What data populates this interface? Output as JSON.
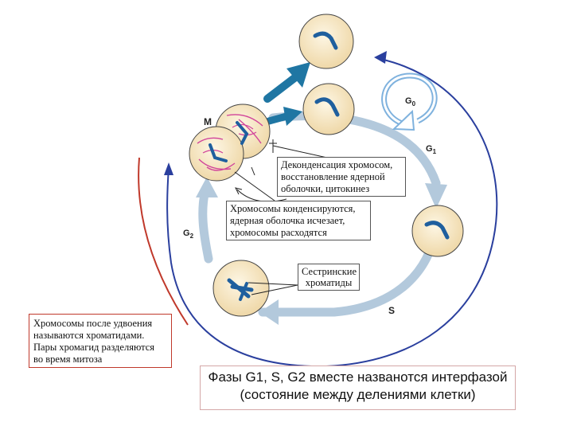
{
  "phase_labels": {
    "m": "M",
    "g0": "G",
    "g0_sub": "0",
    "g1": "G",
    "g1_sub": "1",
    "g2": "G",
    "g2_sub": "2",
    "s": "S"
  },
  "callouts": {
    "decondensation": [
      "Деконденсация хромосом,",
      "восстановление ядерной",
      "оболочки, цитокинез"
    ],
    "condensation": [
      "Хромосомы конденсируются,",
      "ядерная оболочка исчезает,",
      "хромосомы расходятся"
    ],
    "sister": [
      "Сестринские",
      "хроматиды"
    ]
  },
  "note": [
    "Хромосомы после удвоения",
    "называются хроматидами.",
    "Пары хромагид разделяются",
    "во время митоза"
  ],
  "summary": [
    "Фазы G1, S, G2 вместе названотся интерфазой",
    "(состояние между делениями клетки)"
  ],
  "colors": {
    "cycle_arrow": "#b3c9dc",
    "blue_arrow": "#2a3f9e",
    "red_arrow": "#c0392b",
    "teal_arrow": "#1f76a3",
    "g0_arrow": "#7fb2de",
    "cell_fill": "#f7e6c4",
    "chromosome": "#1f5f9e",
    "mitotic_pink": "#d1449a"
  }
}
